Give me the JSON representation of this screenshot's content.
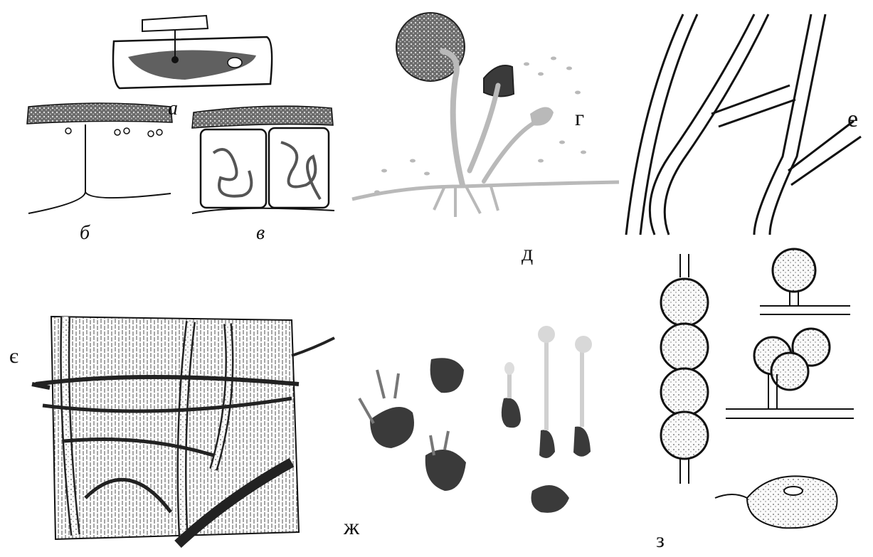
{
  "labels": {
    "a": "а",
    "b": "б",
    "v": "в",
    "g": "г",
    "d": "д",
    "e": "е",
    "ye": "є",
    "zh": "ж",
    "z": "з"
  },
  "colors": {
    "ink": "#111111",
    "hypha_grey": "#b9b9b9",
    "sporangium_dark": "#3a3a3a",
    "background": "#ffffff"
  }
}
